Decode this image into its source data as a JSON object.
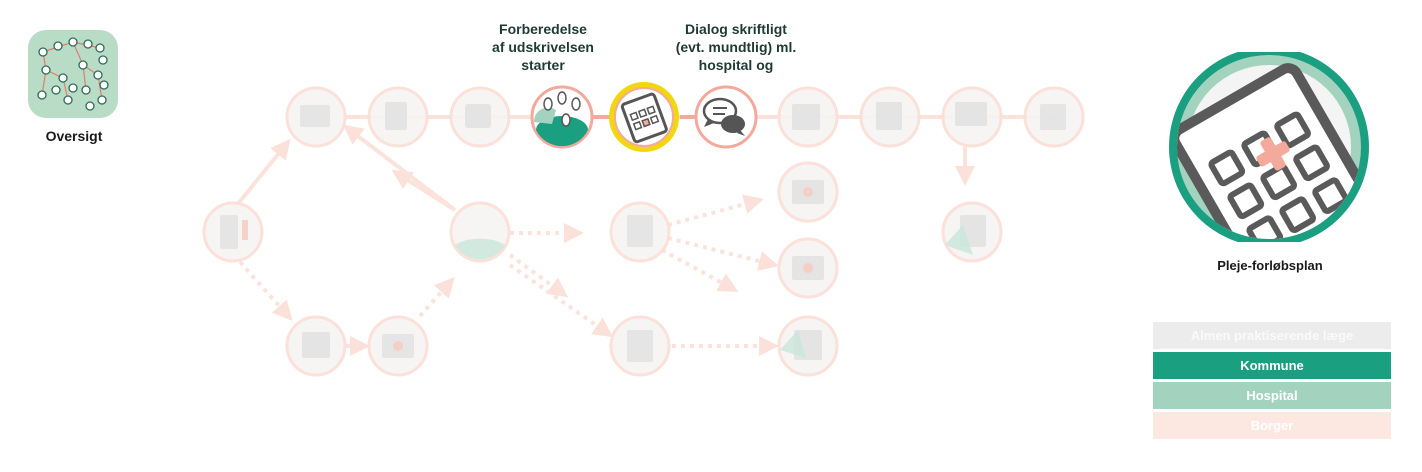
{
  "overview": {
    "label": "Oversigt",
    "icon": "network-overview-icon"
  },
  "steps": {
    "current_previous": "Forberedelse af udskrivelsen starter",
    "current_next": "Dialog skriftligt (evt. mundtlig) ml. hospital og"
  },
  "steps_lines": {
    "prev": [
      "Forberedelse",
      "af udskrivelsen",
      "starter"
    ],
    "next": [
      "Dialog skriftligt",
      "(evt. mundtlig) ml.",
      "hospital og"
    ]
  },
  "selected_step": {
    "label": "Pleje-forløbsplan",
    "icon": "calculator-icon"
  },
  "legend": [
    {
      "label": "Almen praktiserende læge",
      "color": "#ececec"
    },
    {
      "label": "Kommune",
      "color": "#1a9f81"
    },
    {
      "label": "Hospital",
      "color": "#a3d3bf"
    },
    {
      "label": "Borger",
      "color": "#fde8e1"
    }
  ],
  "colors": {
    "active_ring": "#f2d70f",
    "pink": "#f3a99b",
    "green": "#1a9f81",
    "light_green": "#a3d3bf"
  }
}
